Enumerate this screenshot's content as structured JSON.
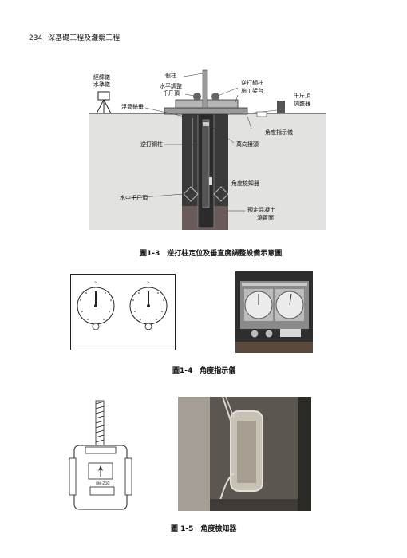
{
  "header": {
    "page_number": "234",
    "book_title": "深基礎工程及灌漿工程"
  },
  "figures": [
    {
      "caption": "圖1-3　逆打柱定位及垂直度調整設備示意圖",
      "labels": {
        "theodolite": [
          "經緯儀",
          "水準儀"
        ],
        "fake_column": "假柱",
        "horizontal_jack": [
          "水平調整",
          "千斤頂"
        ],
        "top_down_column_upper": [
          "逆打鋼柱",
          "施工架台"
        ],
        "jack_adjuster": [
          "千斤頂",
          "調整器"
        ],
        "plumb_bob": "浮筒鉛垂",
        "angle_indicator": "角度指示儀",
        "top_down_column": "逆打鋼柱",
        "universal_joint": "萬向接頭",
        "angle_detector": "角度檢知器",
        "underwater_jack": "水中千斤頂",
        "concrete_surface": [
          "預定混凝土",
          "澆置面"
        ]
      }
    },
    {
      "caption": "圖1-4　角度指示儀"
    },
    {
      "caption": "圖 1-5　角度檢知器",
      "device_label": "UNI-ZOD"
    }
  ],
  "colors": {
    "soil": "#e2e2e0",
    "column": "#4a4a4a",
    "dark": "#2f2f2f"
  }
}
